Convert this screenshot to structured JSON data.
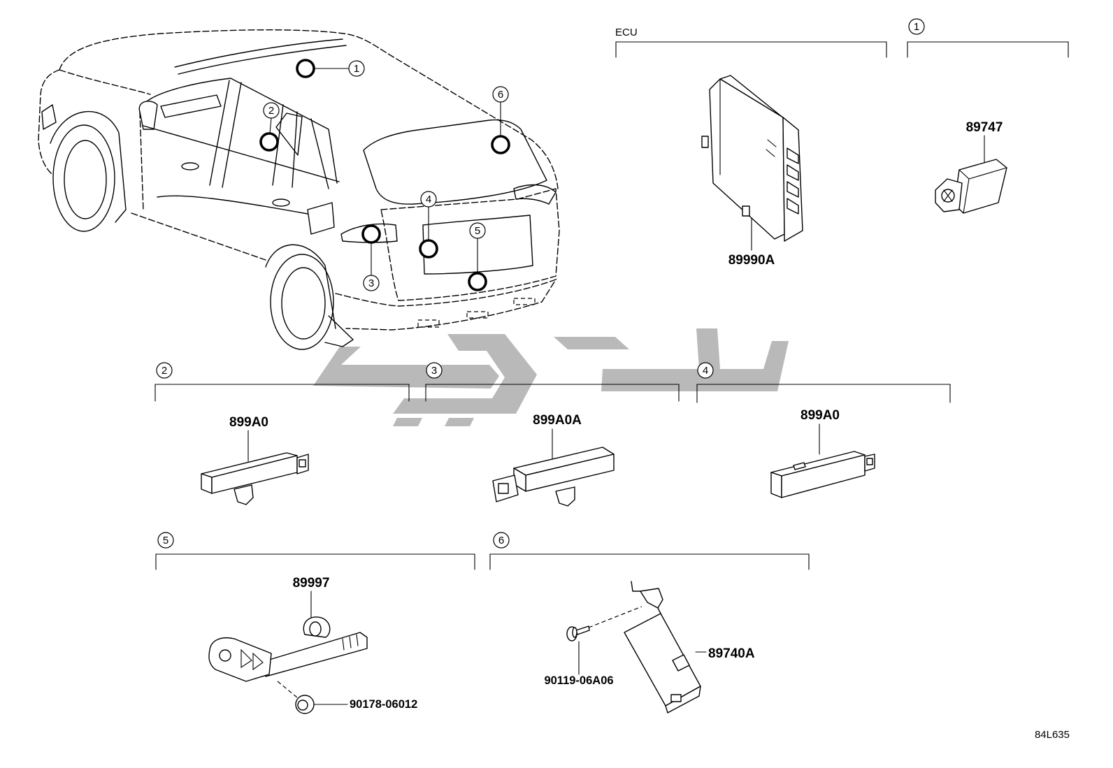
{
  "car": {
    "callouts": [
      {
        "label": "1"
      },
      {
        "label": "2"
      },
      {
        "label": "3"
      },
      {
        "label": "4"
      },
      {
        "label": "5"
      },
      {
        "label": "6"
      }
    ]
  },
  "groups": {
    "ecu": {
      "title": "ECU",
      "parts": [
        {
          "number": "89990A"
        }
      ]
    },
    "g1": {
      "callout": "1",
      "parts": [
        {
          "number": "89747"
        }
      ]
    },
    "g2": {
      "callout": "2",
      "parts": [
        {
          "number": "899A0"
        }
      ]
    },
    "g3": {
      "callout": "3",
      "parts": [
        {
          "number": "899A0A"
        }
      ]
    },
    "g4": {
      "callout": "4",
      "parts": [
        {
          "number": "899A0"
        }
      ]
    },
    "g5": {
      "callout": "5",
      "parts": [
        {
          "number": "89997"
        },
        {
          "number": "90178-06012"
        }
      ]
    },
    "g6": {
      "callout": "6",
      "parts": [
        {
          "number": "89740A"
        },
        {
          "number": "90119-06A06"
        }
      ]
    }
  },
  "illustration_code": "84L635",
  "colors": {
    "line": "#000000",
    "watermark": "#b9b9b9",
    "background": "#ffffff"
  }
}
